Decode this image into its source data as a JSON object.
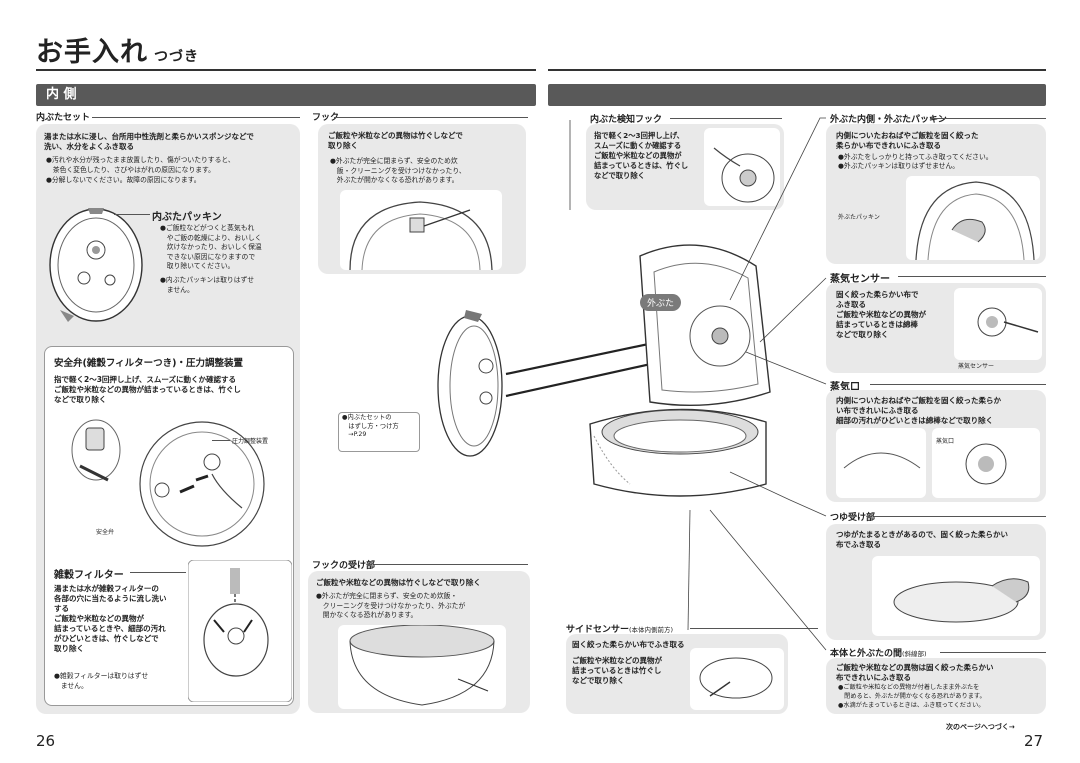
{
  "page": {
    "title": "お手入れ",
    "title_suffix": "つづき",
    "section_label": "内 側",
    "page_left": "26",
    "page_right": "27",
    "continue_text": "次のページへつづく→"
  },
  "left": {
    "inner_lid_set": {
      "heading": "内ぶたセット",
      "instruction": "湯または水に浸し、台所用中性洗剤と柔らかいスポンジなどで\n洗い、水分をよくふき取る",
      "notes": [
        "●汚れや水分が残ったまま放置したり、傷がついたりすると、\n　茶色く変色したり、さびやはがれの原因になります。",
        "●分解しないでください。故障の原因になります。"
      ],
      "packing_title": "内ぶたパッキン",
      "packing_notes": [
        "●ご飯粒などがつくと蒸気もれ\n　やご飯の乾燥により、おいしく\n　炊けなかったり、おいしく保温\n　できない原因になりますので\n　取り除いてください。",
        "●内ぶたパッキンは取りはずせ\n　ません。"
      ]
    },
    "safety_valve": {
      "title": "安全弁(雑穀フィルターつき)・圧力調整装置",
      "instruction": "指で軽く2〜3回押し上げ、スムーズに動くか確認する\nご飯粒や米粒などの異物が詰まっているときは、竹ぐし\nなどで取り除く",
      "label_pressure": "圧力調整装置",
      "label_safety": "安全弁",
      "filter_title": "雑穀フィルター",
      "filter_instruction": "湯または水が雑穀フィルターの\n各部の穴に当たるように流し洗い\nする\nご飯粒や米粒などの異物が\n詰まっているときや、細部の汚れ\nがひどいときは、竹ぐしなどで\n取り除く",
      "filter_note": "●雑穀フィルターは取りはずせ\n　ません。"
    },
    "hook": {
      "heading": "フック",
      "instruction": "ご飯粒や米粒などの異物は竹ぐしなどで\n取り除く",
      "note": "●外ぶたが完全に閉まらず、安全のため炊\n　飯・クリーニングを受けつけなかったり、\n　外ぶたが開かなくなる恐れがあります。"
    },
    "ref_box": {
      "text": "●内ぶたセットの\n　はずし方・つけ方\n　→P.29"
    },
    "hook_receiver": {
      "heading": "フックの受け部",
      "instruction": "ご飯粒や米粒などの異物は竹ぐしなどで取り除く",
      "note": "●外ぶたが完全に閉まらず、安全のため炊飯・\n　クリーニングを受けつけなかったり、外ぶたが\n　開かなくなる恐れがあります。"
    }
  },
  "right": {
    "detect_hook": {
      "heading": "内ぶた検知フック",
      "instruction": "指で軽く2〜3回押し上げ、\nスムーズに動くか確認する\nご飯粒や米粒などの異物が\n詰まっているときは、竹ぐし\nなどで取り除く"
    },
    "outer_lid_badge": "外ぶた",
    "outer_inner": {
      "heading": "外ぶた内側・外ぶたパッキン",
      "instruction": "内側についたおねばやご飯粒を固く絞った\n柔らかい布できれいにふき取る",
      "notes": [
        "●外ぶたをしっかりと持ってふき取ってください。",
        "●外ぶたパッキンは取りはずせません。"
      ],
      "label": "外ぶたパッキン"
    },
    "steam_sensor": {
      "heading": "蒸気センサー",
      "instruction": "固く絞った柔らかい布で\nふき取る\nご飯粒や米粒などの異物が\n詰まっているときは綿棒\nなどで取り除く",
      "label": "蒸気センサー"
    },
    "steam_port": {
      "heading": "蒸気口",
      "instruction": "内側についたおねばやご飯粒を固く絞った柔らか\nい布できれいにふき取る\n細部の汚れがひどいときは綿棒などで取り除く",
      "label": "蒸気口"
    },
    "dew_tray": {
      "heading": "つゆ受け部",
      "instruction": "つゆがたまるときがあるので、固く絞った柔らかい\n布でふき取る"
    },
    "side_sensor": {
      "heading": "サイドセンサー",
      "heading_sub": "(本体内側前方)",
      "instruction1": "固く絞った柔らかい布でふき取る",
      "instruction2": "ご飯粒や米粒などの異物が\n詰まっているときは竹ぐし\nなどで取り除く"
    },
    "gap": {
      "heading": "本体と外ぶたの間",
      "heading_sub": "(斜線部)",
      "instruction": "ご飯粒や米粒などの異物は固く絞った柔らかい\n布できれいにふき取る",
      "notes": [
        "●ご飯粒や米粒などの異物が付着したまま外ぶたを\n　閉めると、外ぶたが開かなくなる恐れがあります。",
        "●水滴がたまっているときは、ふき取ってください。"
      ]
    }
  }
}
